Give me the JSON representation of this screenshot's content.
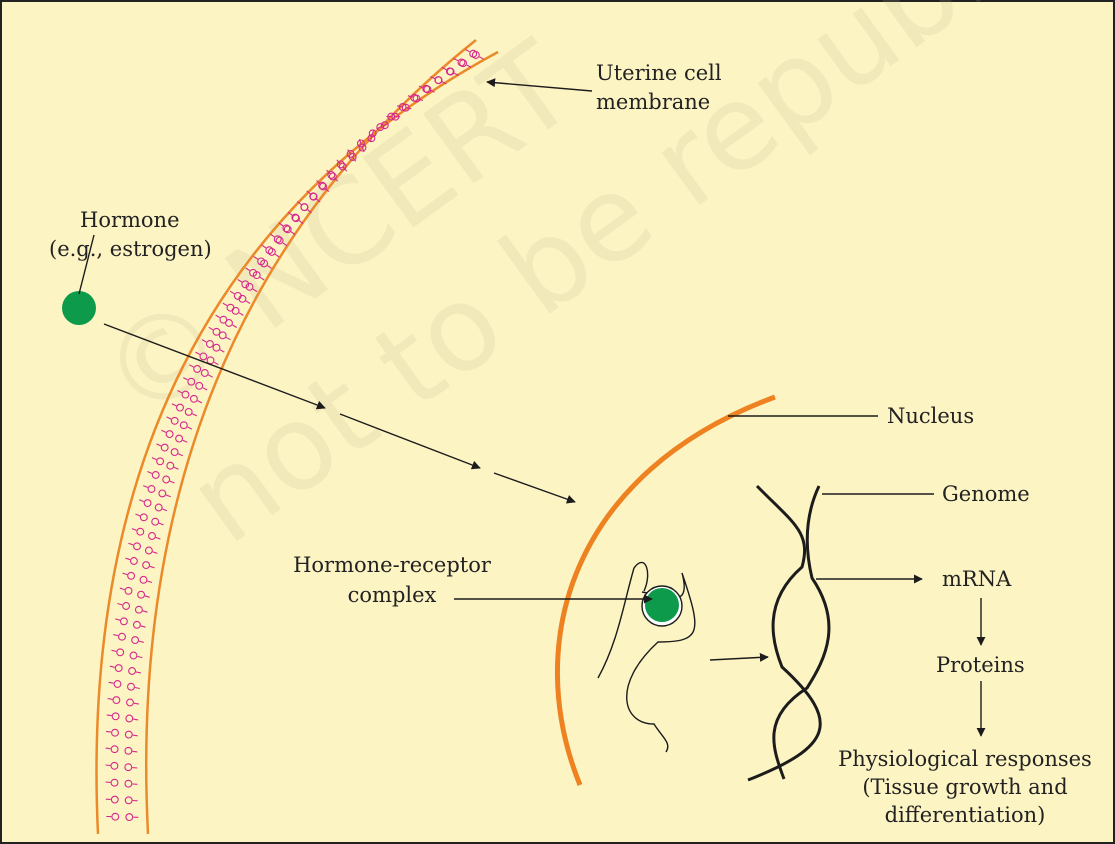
{
  "labels": {
    "membrane_line1": "Uterine cell",
    "membrane_line2": "membrane",
    "hormone_line1": "Hormone",
    "hormone_line2": "(e.g., estrogen)",
    "nucleus": "Nucleus",
    "genome": "Genome",
    "complex_line1": "Hormone-receptor",
    "complex_line2": "complex",
    "mrna": "mRNA",
    "proteins": "Proteins",
    "responses_line1": "Physiological responses",
    "responses_line2": "(Tissue growth and",
    "responses_line3": "differentiation)"
  },
  "watermark": {
    "line1": "© NCERT",
    "line2": "not to be republished"
  },
  "colors": {
    "background": "#fdf4c4",
    "membrane": "#ea8a2a",
    "receptor": "#d6288c",
    "hormone": "#0d9a4b",
    "nucleus": "#ee8120",
    "line": "#1c1c1c"
  }
}
